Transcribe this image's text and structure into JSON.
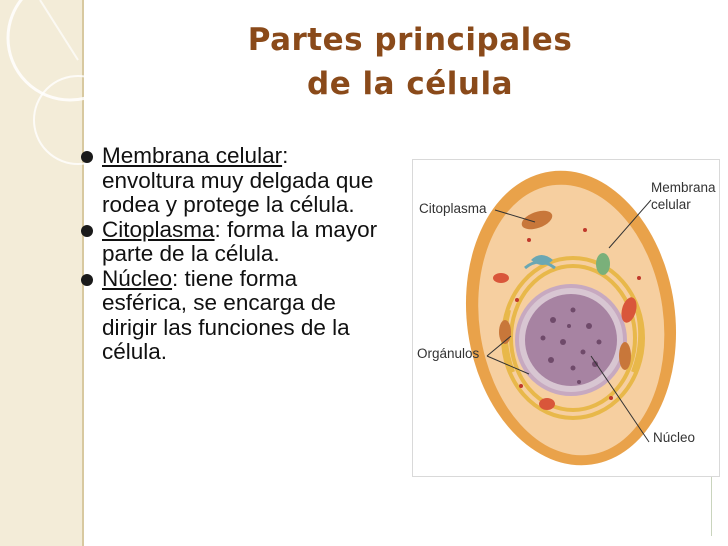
{
  "slide": {
    "title_line1": "Partes principales",
    "title_line2": "de la célula",
    "bullets": [
      {
        "term": "Membrana celular",
        "text": ": envoltura muy delgada que rodea y protege la célula."
      },
      {
        "term": "Citoplasma",
        "text": ": forma la mayor parte de la célula."
      },
      {
        "term": "Núcleo",
        "text": ": tiene forma esférica, se encarga de dirigir las funciones de la célula."
      }
    ]
  },
  "diagram": {
    "labels": {
      "citoplasma": "Citoplasma",
      "membrana_line1": "Membrana",
      "membrana_line2": "celular",
      "organulos": "Orgánulos",
      "nucleo": "Núcleo"
    }
  },
  "colors": {
    "title": "#8a4a1a",
    "sidebar": "#f3ecd8",
    "membrane": "#e9a24a",
    "cytoplasm": "#f6cfa0",
    "nucleus": "#b79ab0"
  }
}
